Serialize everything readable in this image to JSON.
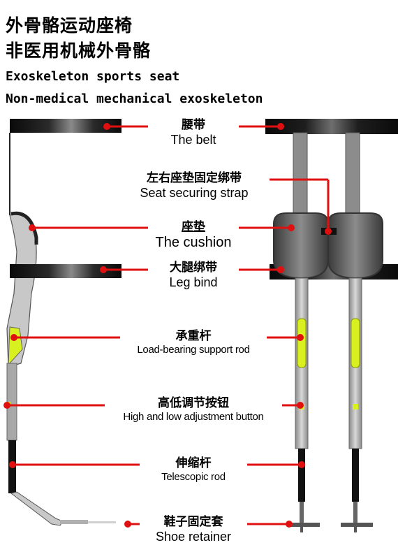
{
  "title": {
    "zh_line1": "外骨骼运动座椅",
    "zh_line2": "非医用机械外骨骼",
    "en_line1": "Exoskeleton sports seat",
    "en_line2": "Non-medical mechanical exoskeleton"
  },
  "labels": {
    "belt": {
      "zh": "腰带",
      "en": "The belt"
    },
    "strap": {
      "zh": "左右座垫固定绑带",
      "en": "Seat securing strap"
    },
    "cushion": {
      "zh": "座垫",
      "en": "The cushion"
    },
    "leg_bind": {
      "zh": "大腿绑带",
      "en": "Leg bind"
    },
    "support_rod": {
      "zh": "承重杆",
      "en": "Load-bearing support rod"
    },
    "adjust_button": {
      "zh": "高低调节按钮",
      "en": "High and low adjustment button"
    },
    "telescopic_rod": {
      "zh": "伸缩杆",
      "en": "Telescopic rod"
    },
    "shoe_retainer": {
      "zh": "鞋子固定套",
      "en": "Shoe retainer"
    }
  },
  "colors": {
    "leader_line": "#e01010",
    "strap": "#111111",
    "highlight": "#d8f020",
    "rod": "#b5b5b5"
  }
}
